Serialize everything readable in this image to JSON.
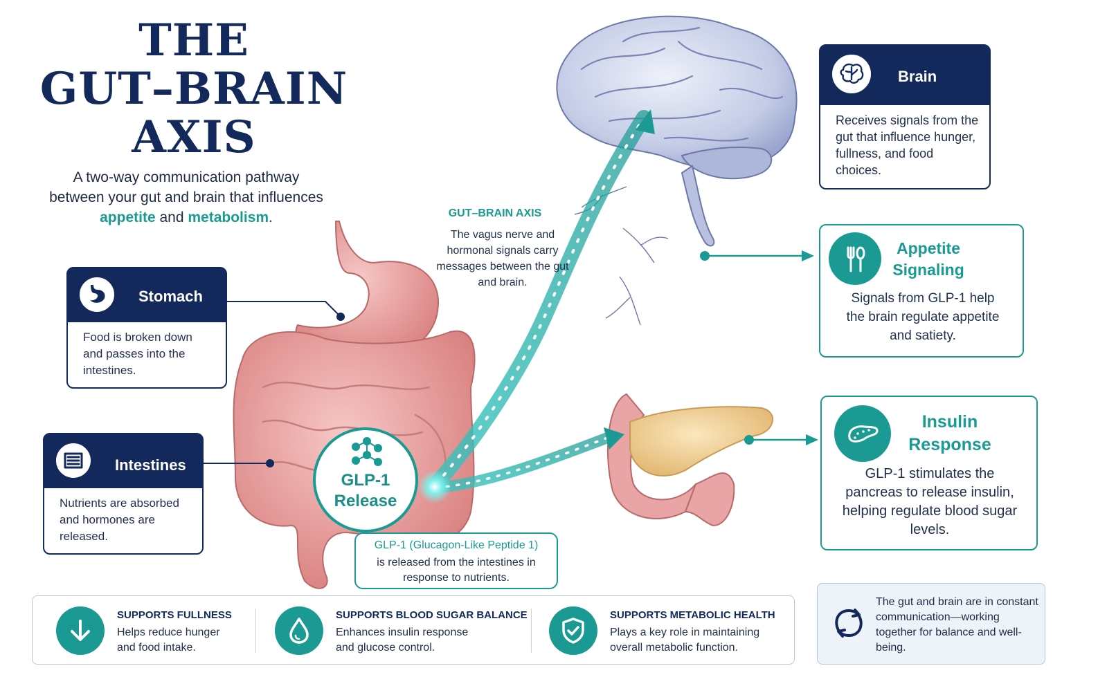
{
  "title": {
    "line1": "THE",
    "line2": "GUT–BRAIN",
    "line3": "AXIS"
  },
  "intro": {
    "part1": "A two-way communication pathway between your gut and brain that influences ",
    "highlight1": "appetite",
    "part2": " and ",
    "highlight2": "metabolism",
    "part3": "."
  },
  "cards_left": {
    "stomach": {
      "icon": "stomach-icon",
      "title": "Stomach",
      "desc": "Food is broken down and passes into the intestines."
    },
    "intestines": {
      "icon": "intestines-icon",
      "title": "Intestines",
      "desc": "Nutrients are absorbed and hormones are released."
    }
  },
  "axis": {
    "title": "GUT–BRAIN AXIS",
    "desc": "The vagus nerve and hormonal signals carry messages between the gut and brain."
  },
  "glp": {
    "icon": "molecule-icon",
    "line1": "GLP-1",
    "line2": "Release",
    "box_title": "GLP-1 (Glucagon-Like Peptide 1)",
    "box_desc": "is released from the intestines in response to nutrients."
  },
  "cards_right": {
    "brain": {
      "icon": "brain-icon",
      "title": "Brain",
      "desc": "Receives signals from the gut that influence hunger, fullness, and food choices."
    },
    "appetite": {
      "icon": "fork-spoon-icon",
      "title1": "Appetite",
      "title2": "Signaling",
      "desc": "Signals from GLP-1 help the brain regulate appetite and satiety."
    },
    "insulin": {
      "icon": "pancreas-icon",
      "title1": "Insulin",
      "title2": "Response",
      "desc": "GLP-1 stimulates the pancreas to release insulin, helping regulate blood sugar levels."
    }
  },
  "benefits": [
    {
      "icon": "arrow-down-icon",
      "title": "SUPPORTS FULLNESS",
      "desc1": "Helps reduce hunger",
      "desc2": "and food intake."
    },
    {
      "icon": "drop-icon",
      "title": "SUPPORTS BLOOD SUGAR BALANCE",
      "desc1": "Enhances insulin response",
      "desc2": "and glucose control."
    },
    {
      "icon": "shield-check-icon",
      "title": "SUPPORTS METABOLIC HEALTH",
      "desc1": "Plays a key role in maintaining",
      "desc2": "overall metabolic function."
    }
  ],
  "note": {
    "icon": "cycle-arrows-icon",
    "text": "The gut and brain are in constant communication—working together for balance and well-being."
  },
  "colors": {
    "navy": "#13285b",
    "teal": "#1a9a93",
    "organ_pink": "#e9a4a6",
    "pancreas": "#f0d39a",
    "brain": "#c9d1ea"
  }
}
